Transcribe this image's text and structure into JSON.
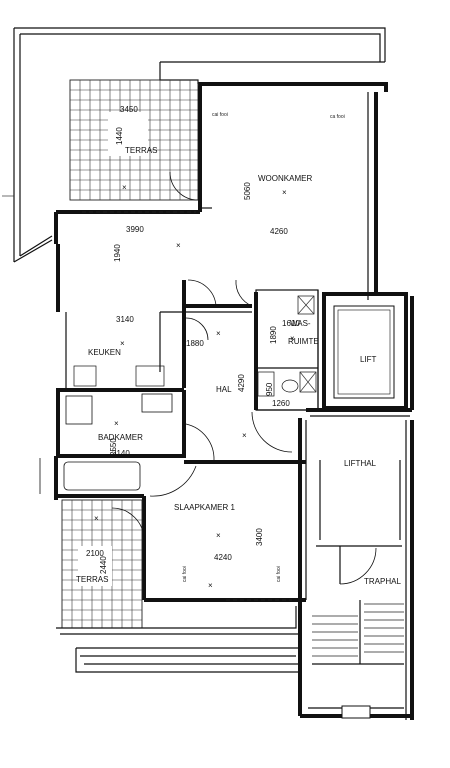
{
  "rooms": {
    "woonkamer": "WOONKAMER",
    "terras_top": "TERRAS",
    "keuken": "KEUKEN",
    "wasruimte_1": "WAS-",
    "wasruimte_2": "RUIMTE",
    "hal": "HAL",
    "lift": "LIFT",
    "badkamer": "BADKAMER",
    "lifthal": "LIFTHAL",
    "slaapkamer": "SLAAPKAMER 1",
    "terras_bottom": "TERRAS",
    "traphal": "TRAPHAL"
  },
  "dimensions": {
    "terras_top_w": "3450",
    "terras_top_h": "1440",
    "woonkamer_h": "5060",
    "woonkamer_w": "4260",
    "keuken_upper_w": "3990",
    "keuken_upper_h": "1940",
    "keuken_w": "3140",
    "hal_w": "1880",
    "hal_h": "4290",
    "was_w": "1610",
    "was_h": "1890",
    "toilet_h": "950",
    "toilet_w": "1260",
    "bad_h": "2550",
    "bad_w": "3140",
    "slaap_h": "3400",
    "slaap_w": "4240",
    "terras_bottom_w": "2100",
    "terras_bottom_h": "2440"
  },
  "notes": {
    "cai_1": "cai fooi",
    "cai_2": "ca fooi",
    "cai_3": "cai fooi",
    "cai_4": "cai fooi"
  }
}
